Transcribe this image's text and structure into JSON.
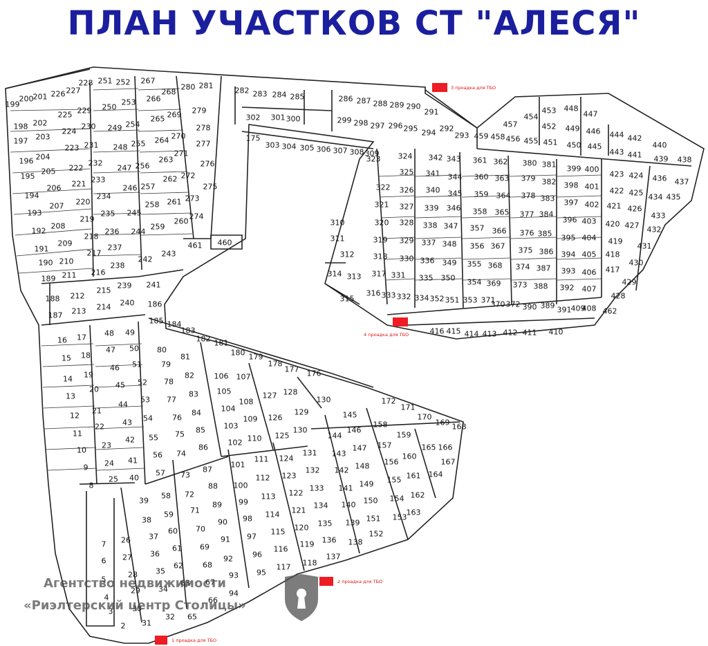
{
  "title": "ПЛАН УЧАСТКОВ СТ \"АЛЕСЯ\"",
  "colors": {
    "title": "#1b1f9e",
    "marker": "#ee1c24",
    "lines": "#222222",
    "watermark": "#555555"
  },
  "watermark": {
    "line1": "Агентство недвижимости",
    "line2": "«Риэлтерский центр Столицы»",
    "icon": "shield-keyhole-icon"
  },
  "tbo_sites": [
    {
      "n": 1,
      "label": "1 проадка для ТБО"
    },
    {
      "n": 2,
      "label": "2 проадка для ТБО"
    },
    {
      "n": 3,
      "label": "3 проадка для ТБО"
    },
    {
      "n": 4,
      "label": "4 проадка для ТБО"
    }
  ],
  "plots": {
    "colA": [
      "199",
      "200",
      "201",
      "198",
      "202",
      "197",
      "203",
      "196",
      "204",
      "195",
      "205",
      "194",
      "206",
      "193",
      "207",
      "192",
      "208",
      "191",
      "209",
      "190",
      "210",
      "189",
      "211"
    ],
    "colB": [
      "226",
      "227",
      "228",
      "225",
      "229",
      "224",
      "230",
      "223",
      "231",
      "222",
      "232",
      "221",
      "233",
      "220",
      "234",
      "219",
      "235",
      "218",
      "236",
      "217",
      "237",
      "216",
      "238"
    ],
    "colC": [
      "251",
      "252",
      "250",
      "253",
      "249",
      "254",
      "248",
      "255",
      "247",
      "256",
      "246",
      "257",
      "245",
      "258",
      "244",
      "259"
    ],
    "colD": [
      "267",
      "268",
      "266",
      "269",
      "265",
      "270",
      "264",
      "271",
      "263",
      "272",
      "262",
      "273",
      "261",
      "274",
      "260"
    ],
    "colE": [
      "280",
      "281",
      "279",
      "278",
      "277",
      "276",
      "275"
    ],
    "topStrip": [
      "282",
      "283",
      "284",
      "285",
      "302",
      "301",
      "300",
      "175",
      "303",
      "304",
      "305",
      "306",
      "307",
      "308",
      "309"
    ],
    "topRight": [
      "286",
      "287",
      "288",
      "289",
      "290",
      "291",
      "299",
      "298",
      "297",
      "296",
      "295",
      "294",
      "292",
      "293"
    ],
    "misc": [
      "460",
      "461",
      "242",
      "243",
      "239",
      "240",
      "241",
      "215",
      "214",
      "212",
      "213",
      "188",
      "187",
      "186",
      "185"
    ],
    "road": [
      "184",
      "183",
      "182",
      "181",
      "180",
      "179",
      "178",
      "177",
      "176"
    ],
    "leftLower": [
      "16",
      "17",
      "15",
      "18",
      "14",
      "19",
      "13",
      "20",
      "12",
      "21",
      "11",
      "22",
      "10",
      "23",
      "9",
      "24",
      "8",
      "25"
    ],
    "col48": [
      "48",
      "49",
      "47",
      "50",
      "46",
      "51",
      "45",
      "52",
      "44",
      "53",
      "43",
      "54",
      "42",
      "55",
      "41",
      "56",
      "40",
      "57"
    ],
    "col80": [
      "80",
      "81",
      "79",
      "82",
      "78",
      "83",
      "77",
      "84",
      "76",
      "85",
      "75",
      "86",
      "74"
    ],
    "col106": [
      "106",
      "107",
      "105",
      "108",
      "104",
      "109",
      "103",
      "110",
      "102"
    ],
    "col127": [
      "127",
      "128",
      "126",
      "129",
      "125",
      "130",
      "130"
    ],
    "col58": [
      "39",
      "58",
      "38",
      "59",
      "37",
      "60",
      "36",
      "61",
      "35",
      "62",
      "34",
      "63"
    ],
    "col73": [
      "73",
      "87",
      "72",
      "88",
      "71",
      "89",
      "70",
      "90",
      "69",
      "91",
      "68",
      "92",
      "67",
      "93",
      "66",
      "94",
      "65",
      "32"
    ],
    "col101": [
      "101",
      "111",
      "100",
      "112",
      "99",
      "113",
      "98",
      "114",
      "97",
      "115",
      "96",
      "116",
      "95",
      "117"
    ],
    "col124": [
      "124",
      "131",
      "123",
      "132",
      "122",
      "133",
      "121",
      "134",
      "120",
      "135",
      "119",
      "136",
      "118",
      "137"
    ],
    "col144": [
      "145",
      "144",
      "146",
      "143",
      "147",
      "142",
      "148",
      "141",
      "149",
      "140",
      "150",
      "139",
      "151",
      "138",
      "152"
    ],
    "col158": [
      "158",
      "159",
      "157",
      "160",
      "156",
      "161",
      "155",
      "162",
      "154",
      "163",
      "153"
    ],
    "col165": [
      "165",
      "166",
      "167",
      "164"
    ],
    "col168": [
      "172",
      "171",
      "170",
      "169",
      "168"
    ],
    "bottomLeft": [
      "7",
      "26",
      "6",
      "27",
      "5",
      "28",
      "4",
      "29",
      "3",
      "30",
      "2",
      "31"
    ],
    "right1": [
      "324",
      "325",
      "322",
      "326",
      "321",
      "327",
      "320",
      "328",
      "319",
      "329",
      "318",
      "330",
      "317",
      "331",
      "316",
      "333",
      "332",
      "334",
      "323"
    ],
    "right2": [
      "342",
      "343",
      "341",
      "344",
      "340",
      "345",
      "339",
      "346",
      "338",
      "347",
      "337",
      "348",
      "336",
      "349",
      "335",
      "350",
      "352",
      "351",
      "353"
    ],
    "right3": [
      "361",
      "362",
      "360",
      "363",
      "359",
      "364",
      "358",
      "365",
      "357",
      "366",
      "356",
      "367",
      "355",
      "368",
      "354",
      "369",
      "371",
      "370",
      "372"
    ],
    "right4": [
      "380",
      "381",
      "379",
      "382",
      "378",
      "383",
      "377",
      "384",
      "376",
      "385",
      "375",
      "386",
      "374",
      "387",
      "373",
      "388",
      "390",
      "389"
    ],
    "right5": [
      "399",
      "400",
      "398",
      "401",
      "397",
      "402",
      "396",
      "403",
      "395",
      "404",
      "394",
      "405",
      "393",
      "406",
      "392",
      "407",
      "391",
      "409",
      "408"
    ],
    "right6": [
      "423",
      "424",
      "422",
      "425",
      "421",
      "426",
      "420",
      "427",
      "419",
      "418",
      "417",
      "428",
      "429",
      "462",
      "430",
      "431",
      "432",
      "433"
    ],
    "rightTop": [
      "453",
      "448",
      "447",
      "457",
      "454",
      "452",
      "449",
      "446",
      "444",
      "442",
      "459",
      "458",
      "456",
      "455",
      "451",
      "450",
      "445",
      "443",
      "441",
      "440",
      "439",
      "438",
      "436",
      "437",
      "434",
      "435"
    ],
    "rightLeft": [
      "310",
      "311",
      "312",
      "314",
      "313",
      "315"
    ],
    "bottomRow": [
      "416",
      "415",
      "414",
      "413",
      "412",
      "411",
      "410"
    ]
  }
}
